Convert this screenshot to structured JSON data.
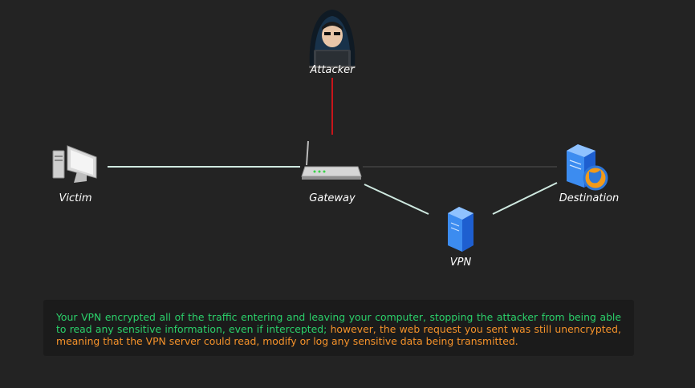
{
  "nodes": {
    "attacker": "Attacker",
    "victim": "Victim",
    "gateway": "Gateway",
    "destination": "Destination",
    "vpn": "VPN"
  },
  "message": {
    "encrypted_part": "Your VPN encrypted all of the traffic entering and leaving your computer, stopping the attacker from being able to read any sensitive information, even if intercepted;",
    "warning_part": "however, the web request you sent was still unencrypted, meaning that the VPN server could read, modify or log any sensitive data being transmitted."
  },
  "colors": {
    "background": "#232323",
    "secure_link": "#cfe9e0",
    "attack_link": "#c8151b",
    "unencrypted_link": "#3a3a3a",
    "encrypted_text": "#2bd06a",
    "warning_text": "#f5922a"
  }
}
